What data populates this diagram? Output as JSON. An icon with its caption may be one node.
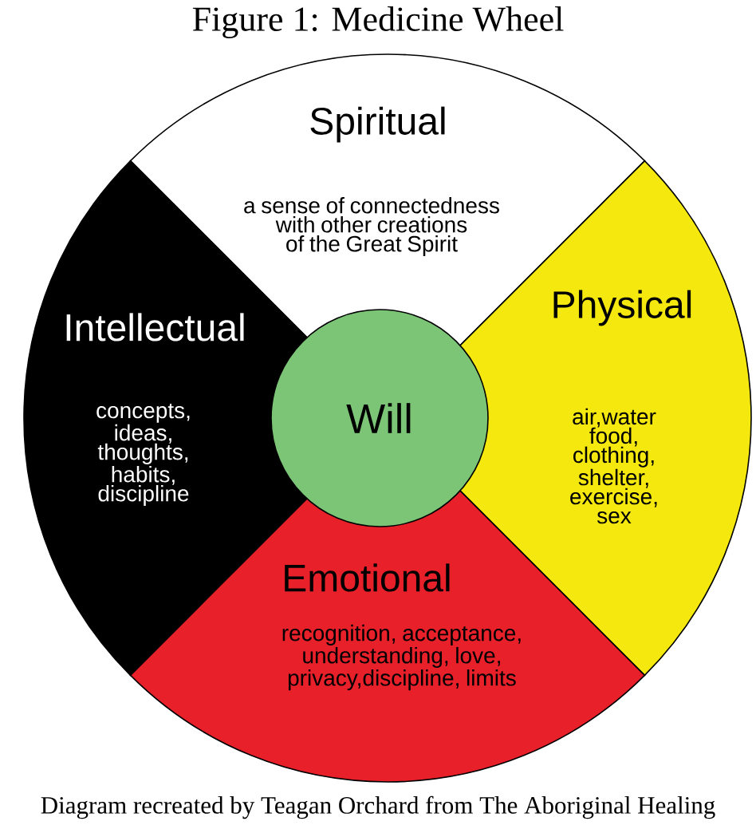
{
  "diagram": {
    "title": "Figure 1: Medicine Wheel",
    "caption": "Diagram recreated by Teagan Orchard from The Aboriginal Healing",
    "nodes": [
      {
        "text": [
          "Spiritual",
          "a sense of connectedness with other creations of the Great Spirit"
        ]
      },
      {
        "text": [
          "Intellectual",
          "concepts, ideas, thoughts, habits, discipline"
        ]
      },
      {
        "text": [
          "Will"
        ]
      },
      {
        "text": [
          "Physical",
          "air,water food, clothing, shelter, exercise, sex"
        ]
      },
      {
        "text": [
          "Emotional",
          "recognition, acceptance, understanding, love, privacy,discipline, limits"
        ]
      }
    ],
    "edges": []
  }
}
